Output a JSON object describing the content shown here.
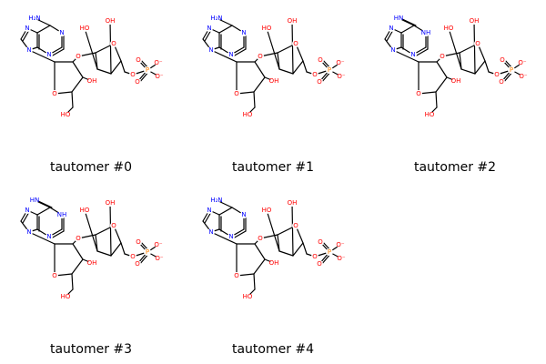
{
  "molecules": [
    {
      "caption": "tautomer #0",
      "form": "amino"
    },
    {
      "caption": "tautomer #1",
      "form": "amino"
    },
    {
      "caption": "tautomer #2",
      "form": "imino-N3H"
    },
    {
      "caption": "tautomer #3",
      "form": "imino-N1H"
    },
    {
      "caption": "tautomer #4",
      "form": "amino"
    }
  ],
  "colors": {
    "bond": "#000000",
    "nitrogen": "#0000ff",
    "oxygen": "#ff0000",
    "phosphorus": "#ff8000",
    "text": "#000000"
  }
}
